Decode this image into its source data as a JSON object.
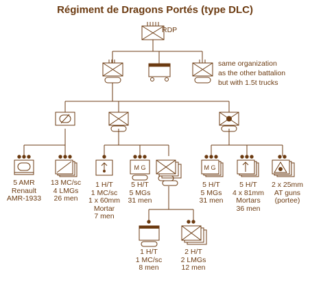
{
  "title": "Régiment de Dragons Portés (type DLC)",
  "hq_label": "RDP",
  "note_lines": [
    "same organization",
    "as the other battalion",
    "but with 1.5t trucks"
  ],
  "symbol_text": {
    "mg": "M G"
  },
  "units": {
    "amr": [
      "5 AMR",
      "Renault",
      "AMR-1933"
    ],
    "mcsc_recon": [
      "13 MC/sc",
      "4 LMGs",
      "26 men"
    ],
    "mortar60": [
      "1 H/T",
      "1 MC/sc",
      "1 x 60mm",
      "Mortar",
      "7 men"
    ],
    "mg_platoon": [
      "5 H/T",
      "5 MGs",
      "31 men"
    ],
    "mg_company": [
      "5 H/T",
      "5 MGs",
      "31 men"
    ],
    "mortar81": [
      "5 H/T",
      "4 x 81mm",
      "Mortars",
      "36 men"
    ],
    "at_guns": [
      "2 x 25mm",
      "AT guns",
      "(portee)"
    ],
    "coy_hq": [
      "1 H/T",
      "1 MC/sc",
      "8 men"
    ],
    "rifle_platoons": [
      "2 H/T",
      "2 LMGs",
      "12 men"
    ]
  },
  "colors": {
    "ink": "#6b3a10",
    "fill": "#ffffff"
  }
}
